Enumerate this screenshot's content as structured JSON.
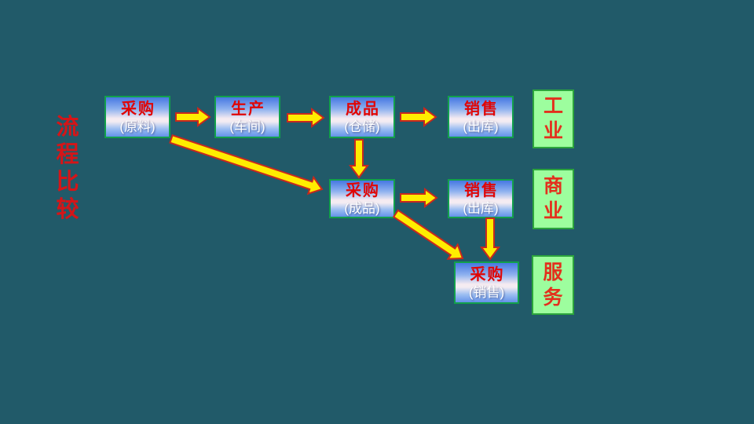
{
  "slide": {
    "title": {
      "label": "流程比较",
      "chars": [
        "流",
        "程",
        "比",
        "较"
      ]
    }
  },
  "process_boxes": [
    {
      "id": "purchase-raw",
      "line1": "采购",
      "line2": "(原料)"
    },
    {
      "id": "production",
      "line1": "生产",
      "line2": "(车间)"
    },
    {
      "id": "finished-goods",
      "line1": "成品",
      "line2": "(仓储)"
    },
    {
      "id": "sales-industry",
      "line1": "销售",
      "line2": "(出库)"
    },
    {
      "id": "purchase-goods",
      "line1": "采购",
      "line2": "(成品)"
    },
    {
      "id": "sales-commerce",
      "line1": "销售",
      "line2": "(出库)"
    },
    {
      "id": "purchase-service",
      "line1": "采购",
      "line2": "(销售)"
    }
  ],
  "category_boxes": [
    {
      "id": "industry",
      "label": "工业",
      "chars": [
        "工",
        "业"
      ]
    },
    {
      "id": "commerce",
      "label": "商业",
      "chars": [
        "商",
        "业"
      ]
    },
    {
      "id": "service",
      "label": "服务",
      "chars": [
        "服",
        "务"
      ]
    }
  ],
  "connections": [
    {
      "from": "采购(原料)",
      "to": "生产(车间)"
    },
    {
      "from": "生产(车间)",
      "to": "成品(仓储)"
    },
    {
      "from": "成品(仓储)",
      "to": "销售(出库)"
    },
    {
      "from": "成品(仓储)",
      "to": "采购(成品)"
    },
    {
      "from": "采购(原料)",
      "to": "采购(成品)"
    },
    {
      "from": "采购(成品)",
      "to": "销售(出库)"
    },
    {
      "from": "销售(出库)",
      "to": "采购(销售)"
    },
    {
      "from": "采购(成品)",
      "to": "采购(销售)"
    }
  ],
  "colors": {
    "background": "#215a69",
    "box_border": "#12a04b",
    "box_text_primary": "#e00606",
    "box_text_secondary": "#ffffff",
    "arrow_fill": "#ffed00",
    "arrow_outline": "#c8281e",
    "category_fill": "#9dfe9e",
    "category_border": "#2ca53c",
    "category_text": "#e3301d",
    "title_color": "#d51518"
  }
}
